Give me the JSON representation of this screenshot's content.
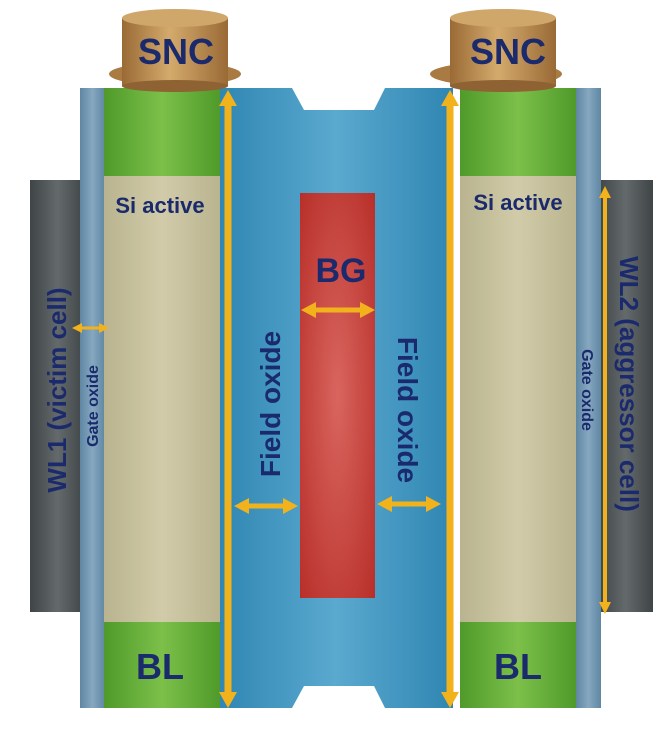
{
  "labels": {
    "snc_left": "SNC",
    "snc_right": "SNC",
    "si_active_left": "Si active",
    "si_active_right": "Si active",
    "bg": "BG",
    "field_oxide_left": "Field oxide",
    "field_oxide_right": "Field oxide",
    "gate_oxide_left": "Gate oxide",
    "gate_oxide_right": "Gate oxide",
    "wl1": "WL1 (victim cell)",
    "wl2": "WL2 (aggressor cell)",
    "bl_left": "BL",
    "bl_right": "BL"
  },
  "colors": {
    "snc": "#b8894e",
    "field_oxide": "#3e93bd",
    "si_active": "#c9c3a0",
    "contact_green": "#6aae3a",
    "bg_gate": "#c8403a",
    "gate_oxide": "#6f93ae",
    "word_line": "#555a5c",
    "arrow": "#f2b21c",
    "label_text": "#1a2a6c"
  }
}
